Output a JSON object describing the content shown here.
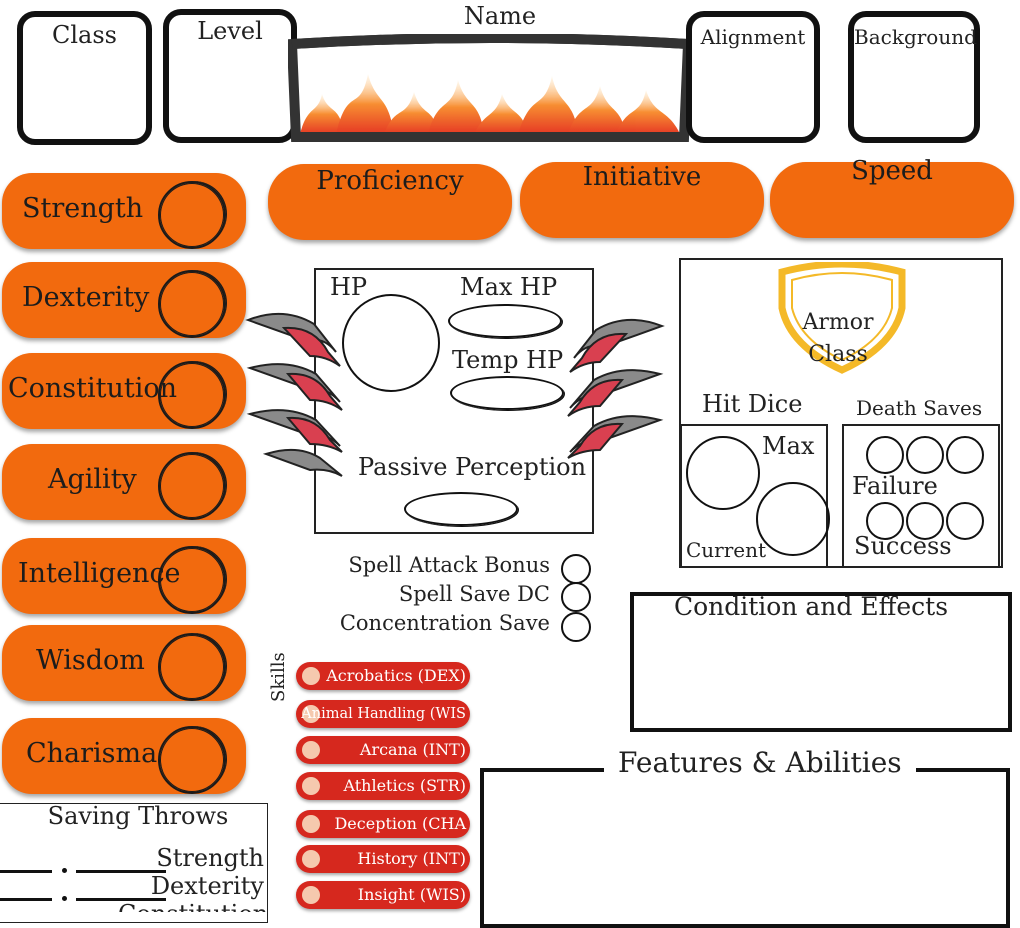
{
  "header": {
    "class_label": "Class",
    "level_label": "Level",
    "name_label": "Name",
    "alignment_label": "Alignment",
    "background_label": "Background"
  },
  "abilities": [
    {
      "label": "Strength"
    },
    {
      "label": "Dexterity"
    },
    {
      "label": "Constitution"
    },
    {
      "label": "Agility"
    },
    {
      "label": "Intelligence"
    },
    {
      "label": "Wisdom"
    },
    {
      "label": "Charisma"
    }
  ],
  "top_stats": {
    "proficiency": "Proficiency",
    "initiative": "Initiative",
    "speed": "Speed"
  },
  "health": {
    "hp": "HP",
    "max_hp": "Max HP",
    "temp_hp": "Temp HP",
    "passive_perception": "Passive Perception"
  },
  "armor": {
    "line1": "Armor",
    "line2": "Class",
    "shield_color": "#f4b928"
  },
  "hit_dice": {
    "title": "Hit Dice",
    "max": "Max",
    "current": "Current"
  },
  "death_saves": {
    "title": "Death Saves",
    "failure": "Failure",
    "success": "Success"
  },
  "spell": {
    "attack_bonus": "Spell Attack Bonus",
    "save_dc": "Spell Save DC",
    "concentration": "Concentration Save"
  },
  "conditions": {
    "title": "Condition and Effects"
  },
  "features": {
    "title": "Features & Abilities"
  },
  "skills": {
    "title": "Skills",
    "items": [
      {
        "label": "Acrobatics (DEX)"
      },
      {
        "label": "Animal Handling (WIS"
      },
      {
        "label": "Arcana (INT)"
      },
      {
        "label": "Athletics (STR)"
      },
      {
        "label": "Deception (CHA"
      },
      {
        "label": "History (INT)"
      },
      {
        "label": "Insight (WIS)"
      }
    ]
  },
  "saving_throws": {
    "title": "Saving Throws",
    "items": [
      {
        "label": "Strength"
      },
      {
        "label": "Dexterity"
      },
      {
        "label": "Constitution"
      }
    ]
  },
  "colors": {
    "orange": "#f26a0e",
    "skill_red": "#d6281e",
    "skill_dot": "#f5c9ae",
    "claw_red": "#d94050"
  }
}
